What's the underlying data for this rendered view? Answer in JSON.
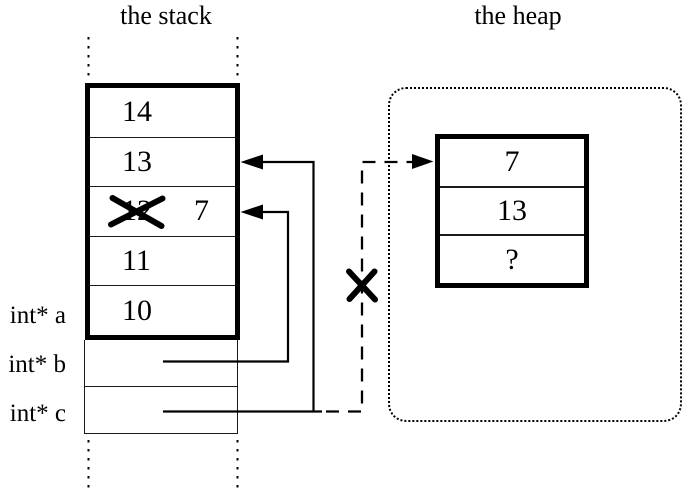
{
  "titles": {
    "stack": "the stack",
    "heap": "the heap"
  },
  "stack": {
    "frame_rows": [
      {
        "value": "14"
      },
      {
        "value": "13"
      },
      {
        "value": "12",
        "crossed_out": true,
        "new_value": "7"
      },
      {
        "value": "11"
      },
      {
        "value": "10"
      }
    ],
    "pointer_labels": [
      {
        "label": "int* a"
      },
      {
        "label": "int* b"
      },
      {
        "label": "int* c"
      }
    ]
  },
  "heap": {
    "block_rows": [
      {
        "value": "7"
      },
      {
        "value": "13"
      },
      {
        "value": "?"
      }
    ]
  },
  "icons": {
    "crossed_out_value": "x-cross",
    "invalid_pointer": "x-cross",
    "pointer_arrowheads": "filled-triangle"
  },
  "colors": {
    "line": "#000000",
    "background": "#ffffff"
  }
}
